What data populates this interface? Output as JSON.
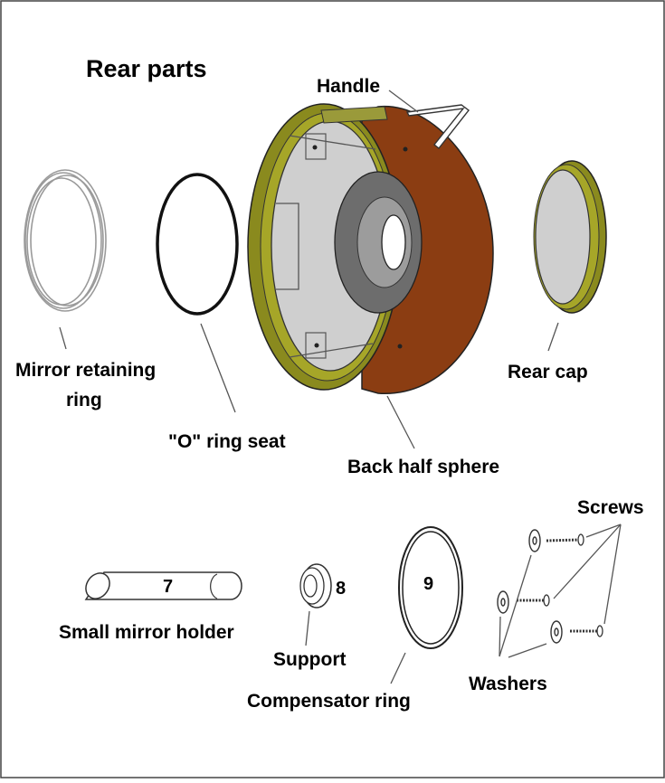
{
  "title": "Rear parts",
  "labels": {
    "handle": "Handle",
    "mirror_ring_line1": "Mirror retaining",
    "mirror_ring_line2": "ring",
    "o_ring": "\"O\" ring seat",
    "back_half_sphere": "Back half sphere",
    "rear_cap": "Rear cap",
    "screws": "Screws",
    "small_mirror_holder": "Small mirror holder",
    "support": "Support",
    "compensator_ring": "Compensator ring",
    "washers": "Washers"
  },
  "part_numbers": {
    "small_mirror_holder": "7",
    "support": "8",
    "compensator_ring": "9"
  },
  "colors": {
    "shell_brown": "#8b3d12",
    "rim_olive": "#8a8a1e",
    "interior_gray": "#c8c8c8",
    "ring_gray": "#9a9a9a"
  }
}
